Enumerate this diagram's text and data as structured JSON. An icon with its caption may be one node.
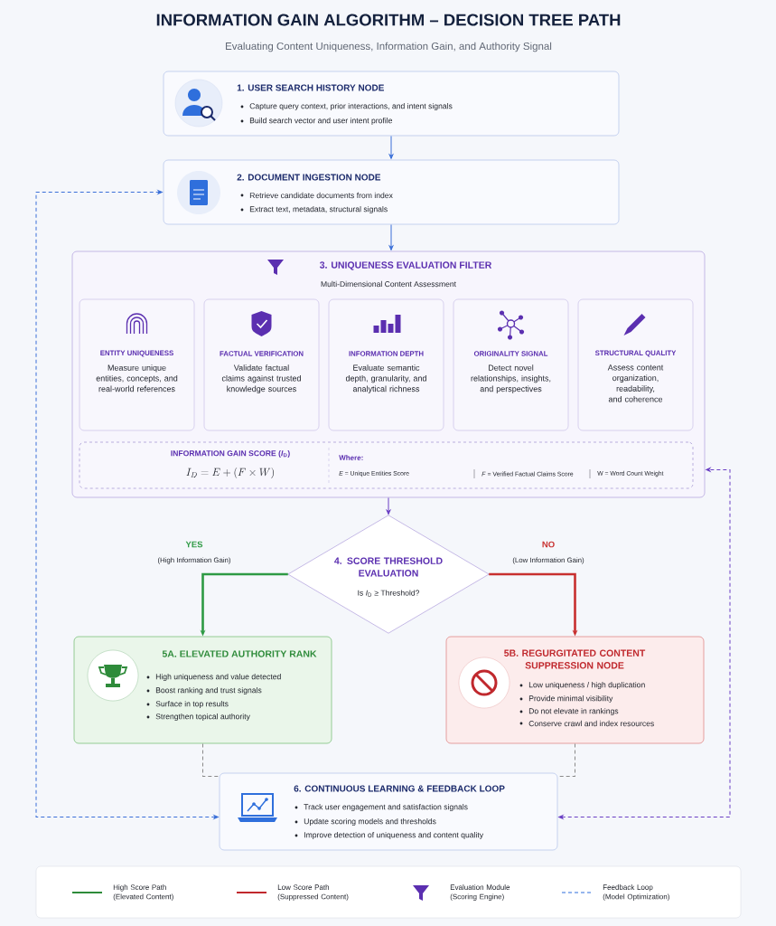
{
  "diagram": {
    "title": "INFORMATION GAIN ALGORITHM – DECISION TREE PATH",
    "nodes": [
      {
        "text": [
          "1. USER SEARCH HISTORY NODE",
          "Capture query context, prior interactions, and intent signals",
          "Build search vector and user intent profile"
        ]
      },
      {
        "text": [
          "2. DOCUMENT INGESTION NODE",
          "Retrieve candidate documents from index",
          "Extract text, metadata, structural signals"
        ]
      },
      {
        "text": [
          "3. UNIQUENESS EVALUATION FILTER",
          "Multi-Dimensional Content Assessment"
        ]
      },
      {
        "text": [
          "ENTITY UNIQUENESS",
          "Measure unique entities, concepts, and real-world references"
        ],
        "in": 2
      },
      {
        "text": [
          "FACTUAL VERIFICATION",
          "Validate factual claims against trusted knowledge sources"
        ],
        "in": 2
      },
      {
        "text": [
          "INFORMATION DEPTH",
          "Evaluate semantic depth, granularity, and analytical richness"
        ],
        "in": 2
      },
      {
        "text": [
          "ORIGINALITY SIGNAL",
          "Detect novel relationships, insights, and perspectives"
        ],
        "in": 2
      },
      {
        "text": [
          "STRUCTURAL QUALITY",
          "Assess content organization, readability, and coherence"
        ],
        "in": 2
      },
      {
        "text": [
          "INFORMATION GAIN SCORE (*I*$_{D}$)",
          "I_D = E + (F \\times W)",
          "Where:",
          "*E* = Unique Entities Score",
          "*F* = Verified Factual Claims Score",
          "W = Word Count Weight"
        ],
        "in": 2
      },
      {
        "text": [
          "4. SCORE THRESHOLD EVALUATION",
          "Is *I*$_{D}$ ≥ Threshold?"
        ]
      },
      {
        "text": [
          "5A. ELEVATED AUTHORITY RANK",
          "High uniqueness and value detected",
          "Boost ranking and trust signals",
          "Surface in top results",
          "Strengthen topical authority"
        ]
      },
      {
        "text": [
          "5B. REGURGITATED CONTENT SUPPRESSION NODE",
          "Low uniqueness / high duplication",
          "Provide minimal visibility",
          "Do not elevate in rankings",
          "Conserve crawl and index resources"
        ]
      },
      {
        "text": [
          "6. CONTINUOUS LEARNING & FEEDBACK LOOP",
          "Track user engagement and satisfaction signals",
          "Update scoring models and thresholds",
          "Improve detection of uniqueness and content quality"
        ]
      }
    ],
    "edges": [
      {
        "from": 0,
        "to": 1,
        "arrow": "to",
        "color": "#3a6fd8"
      },
      {
        "from": 1,
        "to": 2,
        "arrow": "to",
        "color": "#3a6fd8"
      },
      {
        "from": 2,
        "to": 9,
        "arrow": "to",
        "color": "#6a3fc4"
      },
      {
        "from": 9,
        "to": 10,
        "arrow": "to",
        "label": "YES",
        "style": "thick",
        "color": "#2e9a44"
      },
      {
        "from": 9,
        "to": 11,
        "arrow": "to",
        "label": "NO",
        "style": "thick",
        "color": "#c8302f"
      },
      {
        "from": 10,
        "to": 12,
        "arrow": "none",
        "style": "dashed",
        "color": "#8a8a8a"
      },
      {
        "from": 11,
        "to": 12,
        "arrow": "none",
        "style": "dashed",
        "color": "#8a8a8a"
      },
      {
        "from": 12,
        "to": 1,
        "arrow": "both",
        "style": "dashed",
        "color": "#3a6fd8"
      },
      {
        "from": 12,
        "to": 2,
        "arrow": "both",
        "style": "dashed",
        "color": "#6a3fc4"
      }
    ],
    "labels": [
      "Evaluating Content Uniqueness, Information Gain, and Authority Signal",
      "(High Information Gain)",
      "(Low Information Gain)"
    ],
    "legend": [
      {
        "text": "High Score Path (Elevated Content)"
      },
      {
        "text": "Low Score Path (Suppressed Content)"
      },
      {
        "text": "Evaluation Module (Scoring Engine)"
      },
      {
        "text": "Feedback Loop (Model Optimization)"
      }
    ]
  }
}
